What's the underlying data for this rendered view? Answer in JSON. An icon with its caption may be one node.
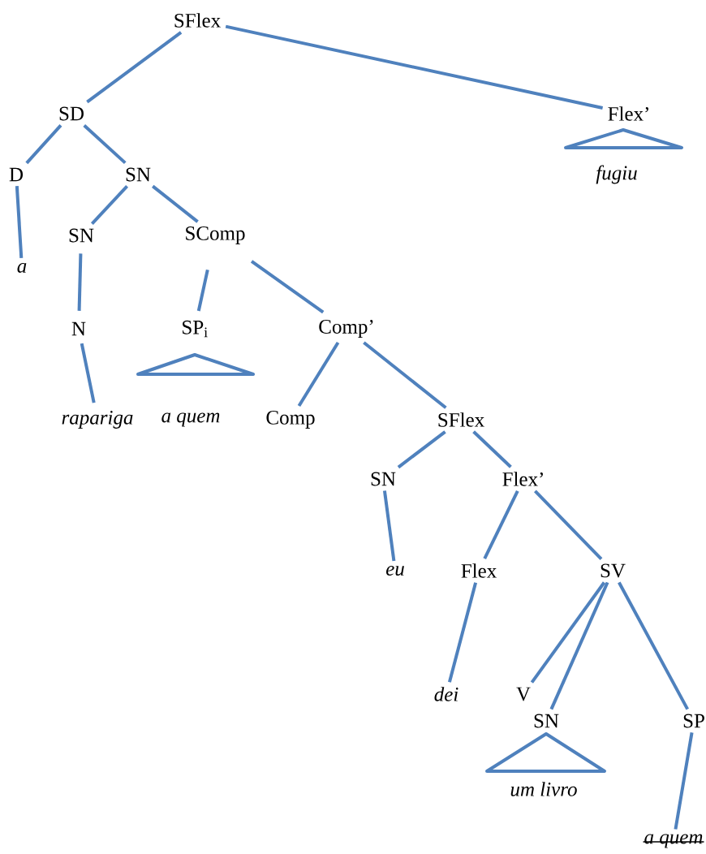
{
  "diagram": {
    "nodes": [
      {
        "text": [
          "SFlex"
        ]
      },
      {
        "text": [
          "SD"
        ]
      },
      {
        "text": [
          "Flex’"
        ]
      },
      {
        "text": [],
        "shape": "triangle"
      },
      {
        "text": [
          "fugiu"
        ]
      },
      {
        "text": [
          "D"
        ]
      },
      {
        "text": [
          "SN"
        ]
      },
      {
        "text": [
          "a"
        ]
      },
      {
        "text": [
          "SN"
        ]
      },
      {
        "text": [
          "SComp"
        ]
      },
      {
        "text": [
          "N"
        ]
      },
      {
        "text": [
          "SP$_{i}$"
        ]
      },
      {
        "text": [
          "Comp’"
        ]
      },
      {
        "text": [],
        "shape": "triangle"
      },
      {
        "text": [
          "rapariga"
        ]
      },
      {
        "text": [
          "a quem"
        ]
      },
      {
        "text": [
          "Comp"
        ]
      },
      {
        "text": [
          "SFlex"
        ]
      },
      {
        "text": [
          "SN"
        ]
      },
      {
        "text": [
          "Flex’"
        ]
      },
      {
        "text": [
          "eu"
        ]
      },
      {
        "text": [
          "Flex"
        ]
      },
      {
        "text": [
          "SV"
        ]
      },
      {
        "text": [
          "dei"
        ]
      },
      {
        "text": [
          "V"
        ]
      },
      {
        "text": [
          "SN"
        ]
      },
      {
        "text": [
          "SP"
        ]
      },
      {
        "text": [],
        "shape": "triangle"
      },
      {
        "text": [
          "um livro"
        ]
      },
      {
        "text": [
          "a quem"
        ]
      }
    ],
    "edges": [
      {
        "from": 0,
        "to": 1,
        "arrow": "none"
      },
      {
        "from": 0,
        "to": 2,
        "arrow": "none"
      },
      {
        "from": 1,
        "to": 5,
        "arrow": "none"
      },
      {
        "from": 1,
        "to": 6,
        "arrow": "none"
      },
      {
        "from": 5,
        "to": 7,
        "arrow": "none"
      },
      {
        "from": 6,
        "to": 8,
        "arrow": "none"
      },
      {
        "from": 6,
        "to": 9,
        "arrow": "none"
      },
      {
        "from": 8,
        "to": 10,
        "arrow": "none"
      },
      {
        "from": 9,
        "to": 11,
        "arrow": "none"
      },
      {
        "from": 9,
        "to": 12,
        "arrow": "none"
      },
      {
        "from": 10,
        "to": 14,
        "arrow": "none"
      },
      {
        "from": 12,
        "to": 16,
        "arrow": "none"
      },
      {
        "from": 12,
        "to": 17,
        "arrow": "none"
      },
      {
        "from": 17,
        "to": 18,
        "arrow": "none"
      },
      {
        "from": 17,
        "to": 19,
        "arrow": "none"
      },
      {
        "from": 18,
        "to": 20,
        "arrow": "none"
      },
      {
        "from": 19,
        "to": 21,
        "arrow": "none"
      },
      {
        "from": 19,
        "to": 22,
        "arrow": "none"
      },
      {
        "from": 21,
        "to": 23,
        "arrow": "none"
      },
      {
        "from": 22,
        "to": 24,
        "arrow": "none"
      },
      {
        "from": 22,
        "to": 25,
        "arrow": "none"
      },
      {
        "from": 22,
        "to": 26,
        "arrow": "none"
      },
      {
        "from": 26,
        "to": 29,
        "arrow": "none"
      }
    ]
  }
}
